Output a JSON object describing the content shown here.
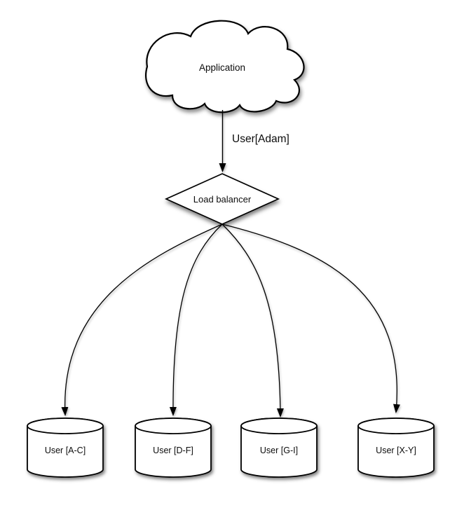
{
  "colors": {
    "background": "#ffffff",
    "line": "#000000",
    "shape_fill": "#ffffff",
    "text": "#0c0c0c"
  },
  "nodes": {
    "application": {
      "shape": "cloud",
      "label": "Application"
    },
    "load_balancer": {
      "shape": "diamond",
      "label": "Load balancer"
    },
    "shards": [
      {
        "shape": "cylinder",
        "label": "User [A-C]"
      },
      {
        "shape": "cylinder",
        "label": "User [D-F]"
      },
      {
        "shape": "cylinder",
        "label": "User [G-I]"
      },
      {
        "shape": "cylinder",
        "label": "User [X-Y]"
      }
    ]
  },
  "edges": {
    "application_to_load_balancer": {
      "label": "User[Adam]"
    },
    "load_balancer_to_shards": [
      {
        "target": "User [A-C]"
      },
      {
        "target": "User [D-F]"
      },
      {
        "target": "User [G-I]"
      },
      {
        "target": "User [X-Y]"
      }
    ]
  }
}
